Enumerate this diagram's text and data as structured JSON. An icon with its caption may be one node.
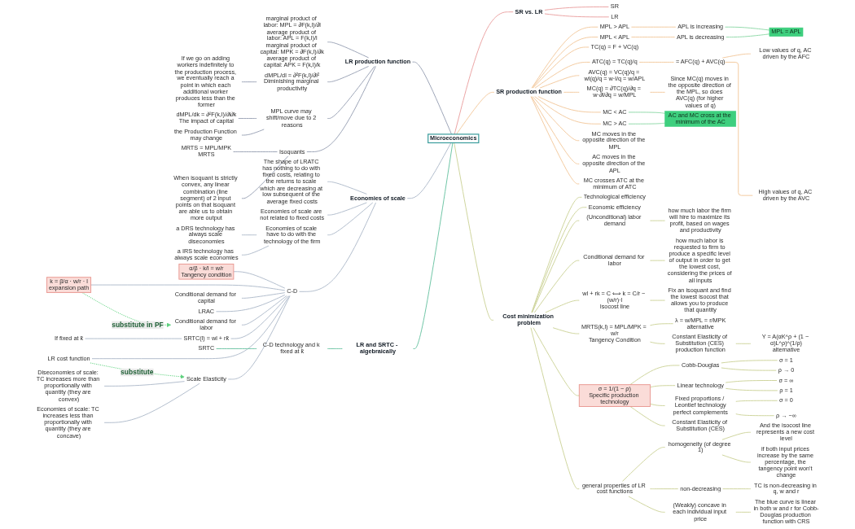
{
  "diagram": {
    "nodes": [
      {
        "text": [
          "Microeconomics"
        ]
      },
      {
        "text": [
          "LR production function"
        ]
      },
      {
        "text": [
          "marginal product of labor: MPL = ∂F(k,l)/∂l",
          "average product of labor: APL = F(k,l)/l",
          "marginal product of capital: MPK = ∂F(k,l)/∂k",
          "average product of capital: APK = F(k,l)/k"
        ]
      },
      {
        "text": [
          "dMPL/dl = ∂²F(k,l)/∂l²",
          "Diminishing marginal productivity"
        ]
      },
      {
        "text": [
          "If we go on adding workers indefinitely to the production process, we eventually reach a point in which each additional worker produces less than the former"
        ]
      },
      {
        "text": [
          "MPL curve may shift/move due to 2 reasons"
        ]
      },
      {
        "text": [
          "dMPL/dk = ∂²F(k,l)/∂l∂k",
          "The impact of capital"
        ]
      },
      {
        "text": [
          "the Production Function may change"
        ]
      },
      {
        "text": [
          "Isoquants"
        ]
      },
      {
        "text": [
          "MRTS = MPL/MPK",
          "MRTS"
        ]
      },
      {
        "text": [
          "When isoquant is strictly convex, any linear combination (line segment) of 2 input points on that isoquant are able us to obtain more output"
        ]
      },
      {
        "text": [
          "Economies of scale"
        ]
      },
      {
        "text": [
          "The shape of LRATC has nothing to do with fixed costs, relating to the returns to scale which are decreasing at low subsequent of the average fixed costs"
        ]
      },
      {
        "text": [
          "Economies of scale are not related to fixed costs"
        ]
      },
      {
        "text": [
          "Economies of scale have to do with the technology of the firm"
        ]
      },
      {
        "text": [
          "a DRS technology has always scale diseconomies"
        ]
      },
      {
        "text": [
          "a IRS technology has always scale economies"
        ]
      },
      {
        "text": [
          "C-D"
        ]
      },
      {
        "text": [
          "α/β · k/l = w/r",
          "Tangency condition"
        ]
      },
      {
        "text": [
          "k = β/α · w/r · l",
          "expansion path"
        ]
      },
      {
        "text": [
          "Conditional demand for labor"
        ]
      },
      {
        "text": [
          "Conditional demand for capital"
        ]
      },
      {
        "text": [
          "LR cost function"
        ]
      },
      {
        "text": [
          "LRAC"
        ]
      },
      {
        "text": [
          "SRTC(l) = wl + rk̄"
        ]
      },
      {
        "text": [
          "If fixed at k̄"
        ]
      },
      {
        "text": [
          "Scale Elasticity"
        ]
      },
      {
        "text": [
          "Diseconomies of scale: TC increases more than proportionally with quantity (they are convex)"
        ]
      },
      {
        "text": [
          "Economies of scale: TC increases less than proportionally with quantity (they are concave)"
        ]
      },
      {
        "text": [
          "LR and SRTC - algebraically"
        ]
      },
      {
        "text": [
          "C-D technology and k fixed at k̄"
        ]
      },
      {
        "text": [
          "SRTC"
        ]
      },
      {
        "text": [
          "SR vs. LR"
        ]
      },
      {
        "text": [
          "SR"
        ]
      },
      {
        "text": [
          "LR"
        ]
      },
      {
        "text": [
          "SR production function"
        ]
      },
      {
        "text": [
          "MPL > APL"
        ]
      },
      {
        "text": [
          "APL is increasing"
        ]
      },
      {
        "text": [
          "MPL < APL"
        ]
      },
      {
        "text": [
          "APL is decreasing"
        ]
      },
      {
        "text": [
          "MPL = APL"
        ]
      },
      {
        "text": [
          "TC(q) = F + VC(q)"
        ]
      },
      {
        "text": [
          "ATC(q) = TC(q)/q"
        ]
      },
      {
        "text": [
          "= AFC(q) + AVC(q)"
        ]
      },
      {
        "text": [
          "Low values of q, AC driven by the AFC"
        ]
      },
      {
        "text": [
          "High values of q, AC driven by the AVC"
        ]
      },
      {
        "text": [
          "AVC(q) = VC(q)/q = wl(q)/q = w·l/q = w/APL"
        ]
      },
      {
        "text": [
          "MC(q) = ∂TC(q)/∂q = w·∂l/∂q = w/MPL"
        ]
      },
      {
        "text": [
          "Since MC(q) moves in the opposite direction of the MPL, so does AVC(q) (for higher values of q)"
        ]
      },
      {
        "text": [
          "MC < AC"
        ]
      },
      {
        "text": [
          "MC > AC"
        ]
      },
      {
        "text": [
          "AC and MC cross at the minimum of the AC"
        ]
      },
      {
        "text": [
          "MC moves in the opposite direction of the MPL"
        ]
      },
      {
        "text": [
          "AC moves in the opposite direction of the APL"
        ]
      },
      {
        "text": [
          "MC crosses ATC at the minimum of ATC"
        ]
      },
      {
        "text": [
          "Cost minimization problem"
        ]
      },
      {
        "text": [
          "Technological efficiency"
        ]
      },
      {
        "text": [
          "Economic efficiency"
        ]
      },
      {
        "text": [
          "(Unconditional) labor demand"
        ]
      },
      {
        "text": [
          "how much labor the firm will hire to maximize its profit, based on wages and productivity"
        ]
      },
      {
        "text": [
          "Conditional demand for labor"
        ]
      },
      {
        "text": [
          "how much labor is requested to firm to produce a specific level of output in order to get the lowest cost, considering the prices of all inputs"
        ]
      },
      {
        "text": [
          "wl + rk = C ⟺ k = C/r − (w/r)·l",
          "Isocost line"
        ]
      },
      {
        "text": [
          "Fix an isoquant and find the lowest isocost that allows you to produce that quantity"
        ]
      },
      {
        "text": [
          "MRTS(k,l) = MPL/MPK = w/r",
          "Tangency Condition"
        ]
      },
      {
        "text": [
          "λ = w/MPL = r/MPK",
          "alternative"
        ]
      },
      {
        "text": [
          "Constant Elasticity of Substitution (CES) production function"
        ]
      },
      {
        "text": [
          "Y = A(αK^ρ + (1 − α)L^ρ)^(1/ρ)",
          "alternative"
        ]
      },
      {
        "text": [
          "σ = 1/(1 − ρ)",
          "Specific production technology"
        ]
      },
      {
        "text": [
          "Cobb-Douglas"
        ]
      },
      {
        "text": [
          "σ = 1"
        ]
      },
      {
        "text": [
          "ρ → 0"
        ]
      },
      {
        "text": [
          "Linear technology"
        ]
      },
      {
        "text": [
          "σ = ∞"
        ]
      },
      {
        "text": [
          "ρ = 1"
        ]
      },
      {
        "text": [
          "Fixed proportions / Leontief technology",
          "perfect complements"
        ]
      },
      {
        "text": [
          "σ = 0"
        ]
      },
      {
        "text": [
          "ρ → −∞"
        ]
      },
      {
        "text": [
          "Constant Elasticity of Substitution (CES)"
        ]
      },
      {
        "text": [
          "general properties of LR cost functions"
        ]
      },
      {
        "text": [
          "homogeneity (of degree 1)"
        ]
      },
      {
        "text": [
          "And the isocost line represents a new cost level"
        ]
      },
      {
        "text": [
          "if both input prices increase by the same percentage, the tangency point won't change"
        ]
      },
      {
        "text": [
          "non-decreasing"
        ]
      },
      {
        "text": [
          "TC is non-decreasing in q, w and r"
        ]
      },
      {
        "text": [
          "(Weakly) concave in each individual input price"
        ]
      },
      {
        "text": [
          "The blue curve is linear in both w and r for Cobb-Douglas production function with CRS"
        ]
      }
    ],
    "edges": [
      {
        "from": 1,
        "to": 0,
        "arrow": "none",
        "color": "#9aa3b5"
      },
      {
        "from": 2,
        "to": 1,
        "arrow": "none",
        "color": "#9aa3b5"
      },
      {
        "from": 3,
        "to": 1,
        "arrow": "none",
        "color": "#9aa3b5"
      },
      {
        "from": 4,
        "to": 3,
        "arrow": "none",
        "color": "#9aa3b5"
      },
      {
        "from": 5,
        "to": 1,
        "arrow": "none",
        "color": "#9aa3b5"
      },
      {
        "from": 6,
        "to": 5,
        "arrow": "none",
        "color": "#9aa3b5"
      },
      {
        "from": 7,
        "to": 5,
        "arrow": "none",
        "color": "#9aa3b5"
      },
      {
        "from": 8,
        "to": 1,
        "arrow": "none",
        "color": "#9aa3b5"
      },
      {
        "from": 9,
        "to": 8,
        "arrow": "none",
        "color": "#9aa3b5"
      },
      {
        "from": 10,
        "to": 8,
        "arrow": "none",
        "color": "#9aa3b5"
      },
      {
        "from": 11,
        "to": 0,
        "arrow": "none",
        "color": "#b0bccb"
      },
      {
        "from": 12,
        "to": 11,
        "arrow": "none",
        "color": "#b0bccb"
      },
      {
        "from": 13,
        "to": 11,
        "arrow": "none",
        "color": "#b0bccb"
      },
      {
        "from": 14,
        "to": 11,
        "arrow": "none",
        "color": "#b0bccb"
      },
      {
        "from": 15,
        "to": 14,
        "arrow": "none",
        "color": "#b0bccb"
      },
      {
        "from": 16,
        "to": 14,
        "arrow": "none",
        "color": "#b0bccb"
      },
      {
        "from": 17,
        "to": 11,
        "arrow": "none",
        "color": "#b0bccb"
      },
      {
        "from": 18,
        "to": 17,
        "arrow": "none",
        "color": "#b0bccb"
      },
      {
        "from": 19,
        "to": 17,
        "arrow": "none",
        "color": "#b0bccb"
      },
      {
        "from": 20,
        "to": 17,
        "arrow": "none",
        "color": "#b0bccb"
      },
      {
        "from": 21,
        "to": 17,
        "arrow": "none",
        "color": "#b0bccb"
      },
      {
        "from": 22,
        "to": 17,
        "arrow": "none",
        "color": "#b0bccb"
      },
      {
        "from": 23,
        "to": 17,
        "arrow": "none",
        "color": "#b0bccb"
      },
      {
        "from": 24,
        "to": 17,
        "arrow": "none",
        "color": "#b0bccb"
      },
      {
        "from": 25,
        "to": 24,
        "arrow": "none",
        "color": "#b0bccb"
      },
      {
        "from": 26,
        "to": 17,
        "arrow": "none",
        "color": "#b0bccb"
      },
      {
        "from": 27,
        "to": 26,
        "arrow": "none",
        "color": "#b0bccb"
      },
      {
        "from": 28,
        "to": 26,
        "arrow": "none",
        "color": "#b0bccb"
      },
      {
        "from": 19,
        "to": 20,
        "arrow": "to",
        "style": "dashed",
        "color": "#5fd27f",
        "label": "substitute in PF"
      },
      {
        "from": 22,
        "to": 26,
        "arrow": "to",
        "style": "dashed",
        "color": "#5fd27f",
        "label": "substitute"
      },
      {
        "from": 29,
        "to": 0,
        "arrow": "none",
        "color": "#6cc4a4"
      },
      {
        "from": 30,
        "to": 29,
        "arrow": "none",
        "color": "#6cc4a4"
      },
      {
        "from": 31,
        "to": 30,
        "arrow": "none",
        "color": "#6cc4a4"
      },
      {
        "from": 0,
        "to": 32,
        "arrow": "none",
        "color": "#eaa2a2"
      },
      {
        "from": 32,
        "to": 33,
        "arrow": "none",
        "color": "#eaa2a2"
      },
      {
        "from": 32,
        "to": 34,
        "arrow": "none",
        "color": "#eaa2a2"
      },
      {
        "from": 0,
        "to": 35,
        "arrow": "none",
        "color": "#f3c99e"
      },
      {
        "from": 35,
        "to": 36,
        "arrow": "none",
        "color": "#f3c99e"
      },
      {
        "from": 36,
        "to": 37,
        "arrow": "none",
        "color": "#f3c99e"
      },
      {
        "from": 35,
        "to": 38,
        "arrow": "none",
        "color": "#f3c99e"
      },
      {
        "from": 38,
        "to": 39,
        "arrow": "none",
        "color": "#f3c99e"
      },
      {
        "from": 37,
        "to": 40,
        "arrow": "none",
        "color": "#8fd9a8"
      },
      {
        "from": 39,
        "to": 40,
        "arrow": "none",
        "color": "#8fd9a8"
      },
      {
        "from": 35,
        "to": 41,
        "arrow": "none",
        "color": "#f3c99e"
      },
      {
        "from": 35,
        "to": 42,
        "arrow": "none",
        "color": "#f3c99e"
      },
      {
        "from": 42,
        "to": 43,
        "arrow": "none",
        "color": "#f3c99e"
      },
      {
        "from": 43,
        "to": 44,
        "arrow": "none",
        "color": "#f3c99e"
      },
      {
        "from": 43,
        "to": 45,
        "arrow": "none",
        "color": "#f3c99e"
      },
      {
        "from": 35,
        "to": 46,
        "arrow": "none",
        "color": "#f3c99e"
      },
      {
        "from": 35,
        "to": 47,
        "arrow": "none",
        "color": "#f3c99e"
      },
      {
        "from": 47,
        "to": 48,
        "arrow": "none",
        "color": "#f3c99e"
      },
      {
        "from": 35,
        "to": 49,
        "arrow": "none",
        "color": "#f3c99e"
      },
      {
        "from": 35,
        "to": 50,
        "arrow": "none",
        "color": "#f3c99e"
      },
      {
        "from": 49,
        "to": 51,
        "arrow": "none",
        "color": "#8fd9a8"
      },
      {
        "from": 50,
        "to": 51,
        "arrow": "none",
        "color": "#8fd9a8"
      },
      {
        "from": 35,
        "to": 52,
        "arrow": "none",
        "color": "#f3c99e"
      },
      {
        "from": 35,
        "to": 53,
        "arrow": "none",
        "color": "#f3c99e"
      },
      {
        "from": 35,
        "to": 54,
        "arrow": "none",
        "color": "#f3c99e"
      },
      {
        "from": 0,
        "to": 55,
        "arrow": "none",
        "color": "#cdd39a"
      },
      {
        "from": 55,
        "to": 56,
        "arrow": "none",
        "color": "#cdd39a"
      },
      {
        "from": 55,
        "to": 57,
        "arrow": "none",
        "color": "#cdd39a"
      },
      {
        "from": 55,
        "to": 58,
        "arrow": "none",
        "color": "#cdd39a"
      },
      {
        "from": 58,
        "to": 59,
        "arrow": "none",
        "color": "#cdd39a"
      },
      {
        "from": 55,
        "to": 60,
        "arrow": "none",
        "color": "#cdd39a"
      },
      {
        "from": 60,
        "to": 61,
        "arrow": "none",
        "color": "#cdd39a"
      },
      {
        "from": 55,
        "to": 62,
        "arrow": "none",
        "color": "#cdd39a"
      },
      {
        "from": 62,
        "to": 63,
        "arrow": "none",
        "color": "#cdd39a"
      },
      {
        "from": 55,
        "to": 64,
        "arrow": "none",
        "color": "#cdd39a"
      },
      {
        "from": 64,
        "to": 65,
        "arrow": "none",
        "color": "#cdd39a"
      },
      {
        "from": 64,
        "to": 66,
        "arrow": "none",
        "color": "#cdd39a"
      },
      {
        "from": 66,
        "to": 67,
        "arrow": "none",
        "color": "#cdd39a"
      },
      {
        "from": 55,
        "to": 68,
        "arrow": "none",
        "color": "#cdd39a"
      },
      {
        "from": 68,
        "to": 69,
        "arrow": "none",
        "color": "#cdd39a"
      },
      {
        "from": 69,
        "to": 70,
        "arrow": "none",
        "color": "#cdd39a"
      },
      {
        "from": 69,
        "to": 71,
        "arrow": "none",
        "color": "#cdd39a"
      },
      {
        "from": 68,
        "to": 72,
        "arrow": "none",
        "color": "#cdd39a"
      },
      {
        "from": 72,
        "to": 73,
        "arrow": "none",
        "color": "#cdd39a"
      },
      {
        "from": 72,
        "to": 74,
        "arrow": "none",
        "color": "#cdd39a"
      },
      {
        "from": 68,
        "to": 75,
        "arrow": "none",
        "color": "#cdd39a"
      },
      {
        "from": 75,
        "to": 76,
        "arrow": "none",
        "color": "#cdd39a"
      },
      {
        "from": 75,
        "to": 77,
        "arrow": "none",
        "color": "#cdd39a"
      },
      {
        "from": 68,
        "to": 78,
        "arrow": "none",
        "color": "#cdd39a"
      },
      {
        "from": 55,
        "to": 79,
        "arrow": "none",
        "color": "#cdd39a"
      },
      {
        "from": 79,
        "to": 80,
        "arrow": "none",
        "color": "#cdd39a"
      },
      {
        "from": 80,
        "to": 81,
        "arrow": "none",
        "color": "#cdd39a"
      },
      {
        "from": 80,
        "to": 82,
        "arrow": "none",
        "color": "#cdd39a"
      },
      {
        "from": 79,
        "to": 83,
        "arrow": "none",
        "color": "#cdd39a"
      },
      {
        "from": 83,
        "to": 84,
        "arrow": "none",
        "color": "#cdd39a"
      },
      {
        "from": 79,
        "to": 85,
        "arrow": "none",
        "color": "#cdd39a"
      },
      {
        "from": 85,
        "to": 86,
        "arrow": "none",
        "color": "#cdd39a"
      }
    ]
  }
}
